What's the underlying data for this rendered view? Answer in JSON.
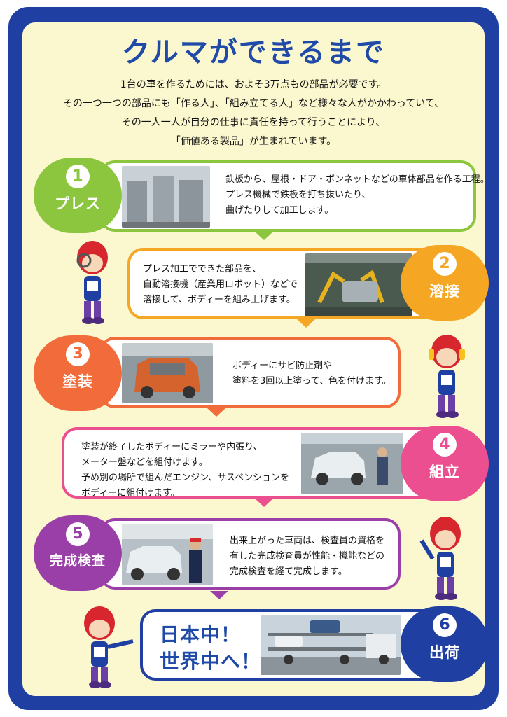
{
  "title": "クルマができるまで",
  "intro": [
    "1台の車を作るためには、およそ3万点もの部品が必要です。",
    "その一つ一つの部品にも「作る人」、「組み立てる人」など様々な人がかかわっていて、",
    "その一人一人が自分の仕事に責任を持って行うことにより、",
    "「価値ある製品」が生まれています。"
  ],
  "steps": [
    {
      "num": "1",
      "label": "プレス",
      "color": "#8cc63f",
      "lines": [
        "鉄板から、屋根・ドア・ボンネットなどの車体部品を作る工程。",
        "プレス機械で鉄板を打ち抜いたり、",
        "曲げたりして加工します。"
      ]
    },
    {
      "num": "2",
      "label": "溶接",
      "color": "#f5a623",
      "lines": [
        "プレス加工でできた部品を、",
        "自動溶接機（産業用ロボット）などで",
        "溶接して、ボディーを組み上げます。"
      ]
    },
    {
      "num": "3",
      "label": "塗装",
      "color": "#f26b3a",
      "lines": [
        "ボディーにサビ防止剤や",
        "塗料を3回以上塗って、色を付けます。"
      ]
    },
    {
      "num": "4",
      "label": "組立",
      "color": "#ec4f8f",
      "lines": [
        "塗装が終了したボディーにミラーや内張り、",
        "メーター盤などを組付けます。",
        "予め別の場所で組んだエンジン、サスペンションを",
        "ボディーに組付けます。"
      ]
    },
    {
      "num": "5",
      "label": "完成検査",
      "color": "#9b3fa8",
      "lines": [
        "出来上がった車両は、検査員の資格を",
        "有した完成検査員が性能・機能などの",
        "完成検査を経て完成します。"
      ]
    },
    {
      "num": "6",
      "label": "出荷",
      "color": "#1f3fa3",
      "lines": []
    }
  ],
  "slogan": [
    "日本中！",
    "世界中へ！"
  ]
}
